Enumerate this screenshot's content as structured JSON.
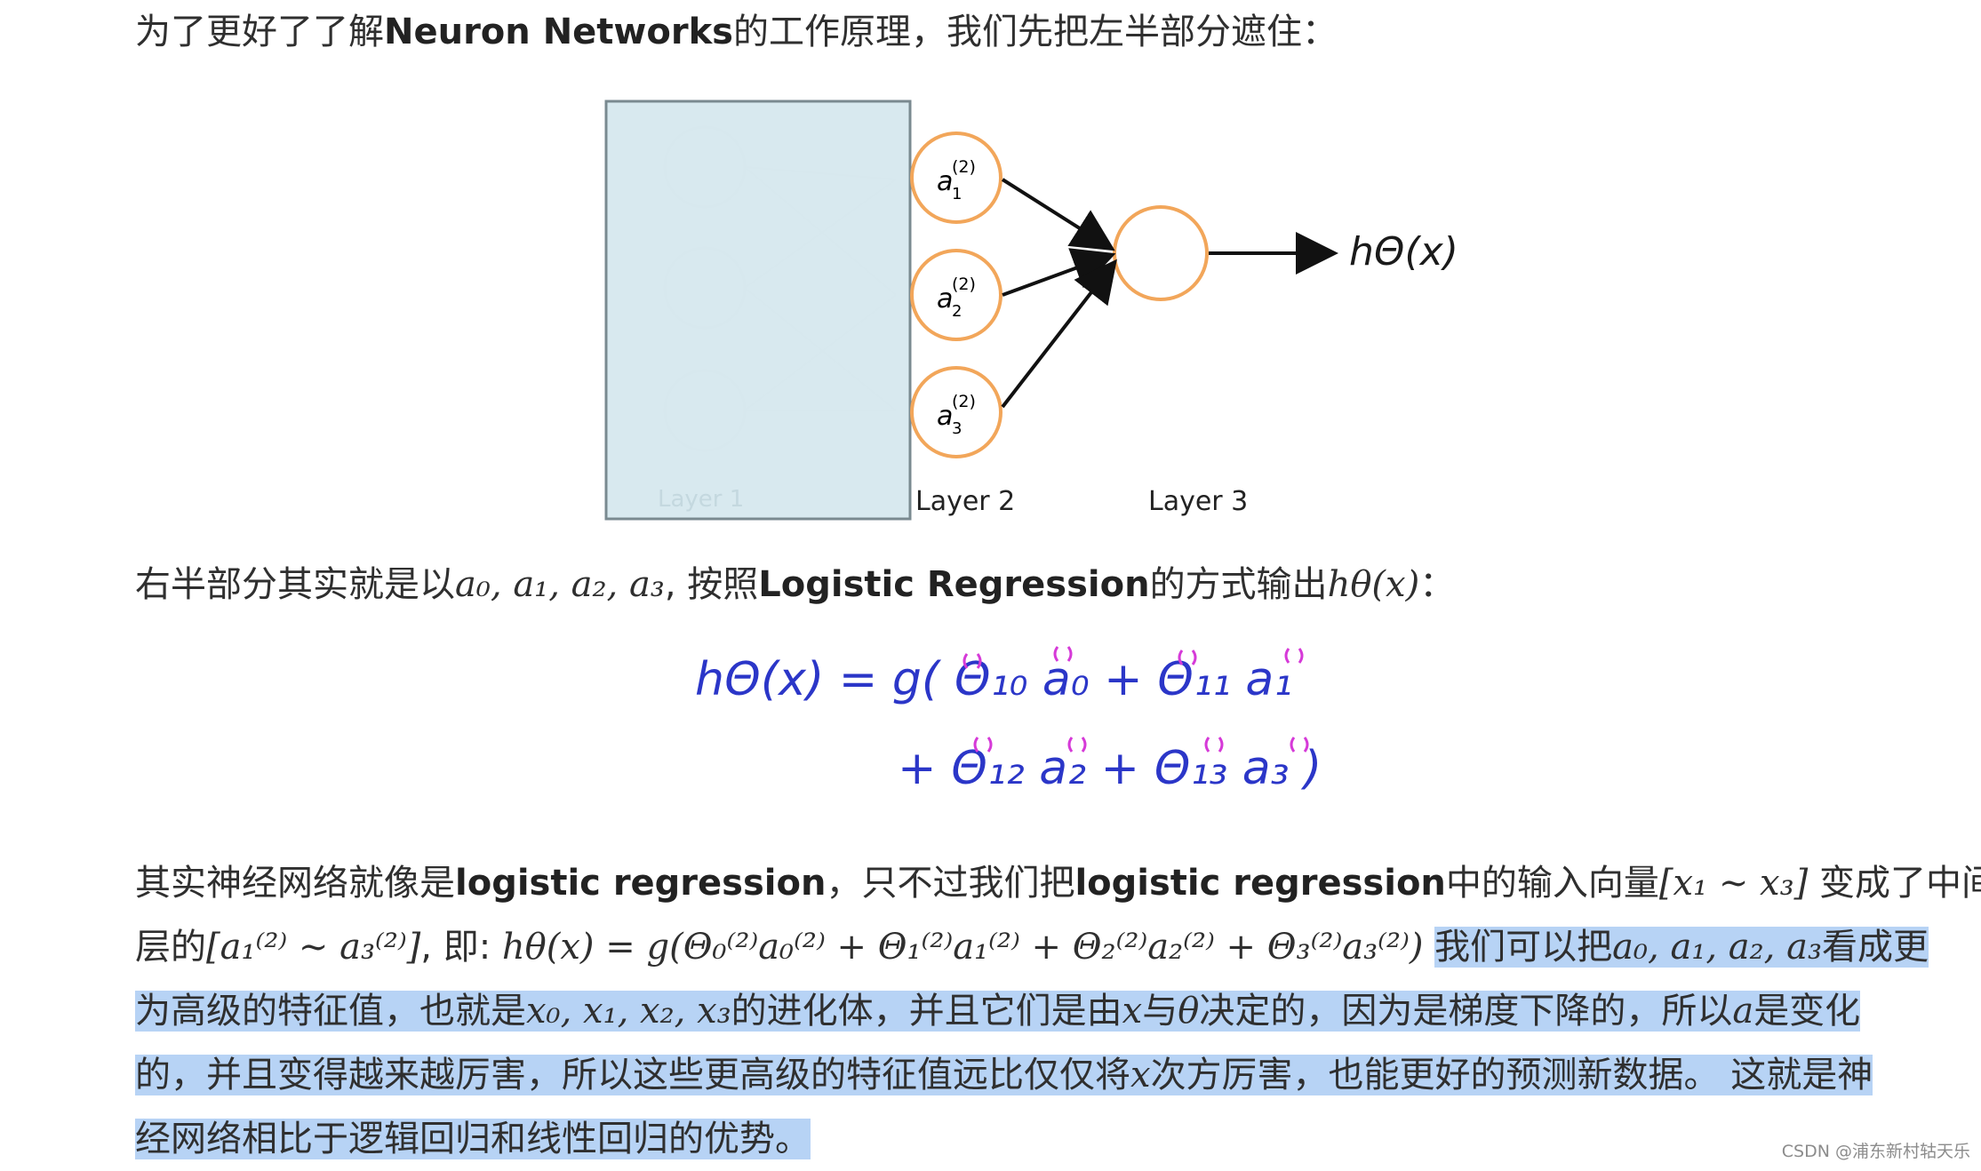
{
  "p1": {
    "pre": "为了更好了了解",
    "bold": "Neuron Networks",
    "post": "的工作原理，我们先把左半部分遮住："
  },
  "figure1": {
    "node_labels": [
      "a",
      "a",
      "a"
    ],
    "node_subs": [
      "1",
      "2",
      "3"
    ],
    "node_sup": "(2)",
    "output_label": "hΘ(x)",
    "layer_labels": [
      "Layer 2",
      "Layer 3"
    ],
    "hidden_layer_label": "Layer 1",
    "colors": {
      "panel": "#d5e7ee",
      "node": "#f2a65a",
      "arrow": "#111111"
    }
  },
  "p2": {
    "pre": "右半部分其实就是以",
    "math1": "a₀, a₁, a₂, a₃",
    "mid": ", 按照",
    "bold": "Logistic Regression",
    "post1": "的方式输出",
    "math2": "hθ(x)",
    "post2": "："
  },
  "figure2": {
    "line1": "hΘ(x) = g( Θ₁₀ a₀ + Θ₁₁ a₁",
    "line2": "+ Θ₁₂ a₂ + Θ₁₃ a₃ )",
    "colors": {
      "ink": "#2b36c8",
      "sup": "#d63ad8"
    }
  },
  "p3": {
    "r1_pre": "其实神经网络就像是",
    "r1_bold1": "logistic regression",
    "r1_mid": "，只不过我们把",
    "r1_bold2": "logistic regression",
    "r1_post": "中的输入向量",
    "r1_math": "[x₁ ∼ x₃]",
    "r1_end": "变成了中间",
    "r2_pre": "层的",
    "r2_math1": "[a₁⁽²⁾ ∼ a₃⁽²⁾]",
    "r2_mid": ", 即: ",
    "r2_math2": "hθ(x) = g(Θ₀⁽²⁾a₀⁽²⁾ + Θ₁⁽²⁾a₁⁽²⁾ + Θ₂⁽²⁾a₂⁽²⁾ + Θ₃⁽²⁾a₃⁽²⁾)",
    "r2_hl1": "我们可以把",
    "r2_hlmath": "a₀, a₁, a₂, a₃",
    "r2_hl2": "看成更",
    "r3_a": "为高级的特征值，也就是",
    "r3_math1": "x₀, x₁, x₂, x₃",
    "r3_b": "的进化体，并且它们是由",
    "r3_math2": "x",
    "r3_c": "与",
    "r3_math3": "θ",
    "r3_d": "决定的，因为是梯度下降的，所以",
    "r3_math4": "a",
    "r3_e": "是变化",
    "r4_a": "的，并且变得越来越厉害，所以这些更高级的特征值远比仅仅将",
    "r4_math": "x",
    "r4_b": "次方厉害，也能更好的预测新数据。 这就是神",
    "r5": "经网络相比于逻辑回归和线性回归的优势。"
  },
  "credit": "CSDN @浦东新村轱天乐"
}
